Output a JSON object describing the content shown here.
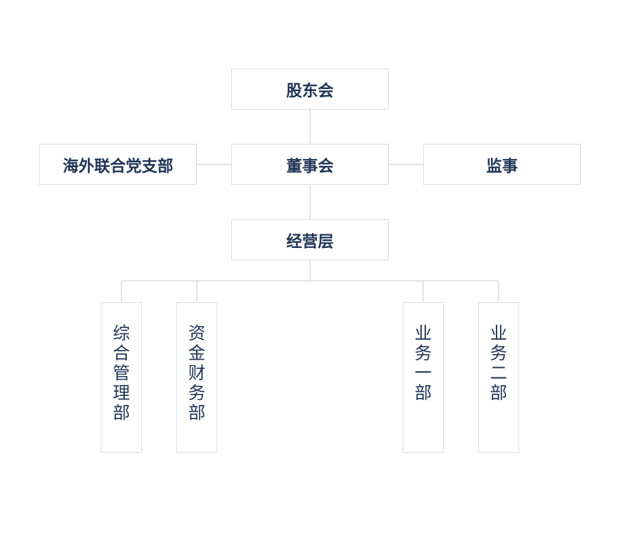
{
  "org_chart": {
    "shareholders": "股东会",
    "board": "董事会",
    "party_branch": "海外联合党支部",
    "supervisor": "监事",
    "management": "经营层",
    "departments": [
      {
        "label": "综合管理部"
      },
      {
        "label": "资金财务部"
      },
      {
        "label": "业务一部"
      },
      {
        "label": "业务二部"
      }
    ]
  },
  "colors": {
    "text": "#1e3354",
    "border": "#d6dce6",
    "connector": "#c4cad6"
  }
}
